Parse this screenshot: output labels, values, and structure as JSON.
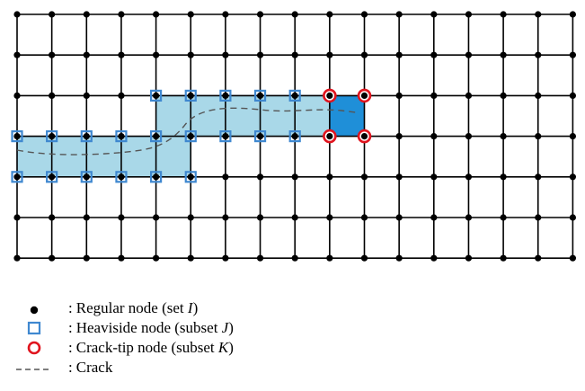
{
  "colors": {
    "grid_line": "#000000",
    "regular_node": "#000000",
    "heaviside_region": "#a9d8e8",
    "heaviside_region_border": "#4a90c8",
    "tip_element": "#1f8fd8",
    "heaviside_marker": "#3f88d0",
    "crack_tip_marker": "#e0141e",
    "crack_line": "#555555"
  },
  "legend": {
    "regular": {
      "icon": "filled-black-dot",
      "prefix": ":",
      "text": "Regular node (set ",
      "set": "I",
      "suffix": ")"
    },
    "heaviside": {
      "icon": "blue-square",
      "prefix": ":",
      "text": "Heaviside node (subset ",
      "set": "J",
      "suffix": ")"
    },
    "cracktip": {
      "icon": "red-circle",
      "prefix": ":",
      "text": "Crack-tip node (subset ",
      "set": "K",
      "suffix": ")"
    },
    "crack": {
      "icon": "dashed-line",
      "prefix": ":",
      "text": "Crack"
    }
  }
}
